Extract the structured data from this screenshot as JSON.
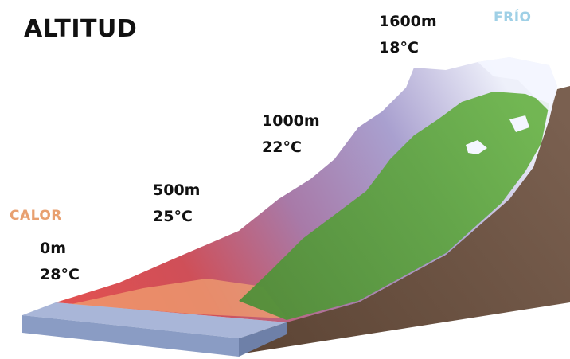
{
  "title": "ALTITUD",
  "extremes": {
    "hot": "CALOR",
    "cold": "FRÍO"
  },
  "levels": [
    {
      "altitude": "0m",
      "temperature": "28°C"
    },
    {
      "altitude": "500m",
      "temperature": "25°C"
    },
    {
      "altitude": "1000m",
      "temperature": "22°C"
    },
    {
      "altitude": "1600m",
      "temperature": "18°C"
    }
  ],
  "colors": {
    "hot": "#e05050",
    "warm": "#f0a070",
    "mid": "#9a88c0",
    "cold": "#eef0fa",
    "vegetation": "#5aa040",
    "earth": "#6b5240",
    "base": "#a8b8d8",
    "calor_label": "#e8a070",
    "frio_label": "#9fd0e6"
  }
}
